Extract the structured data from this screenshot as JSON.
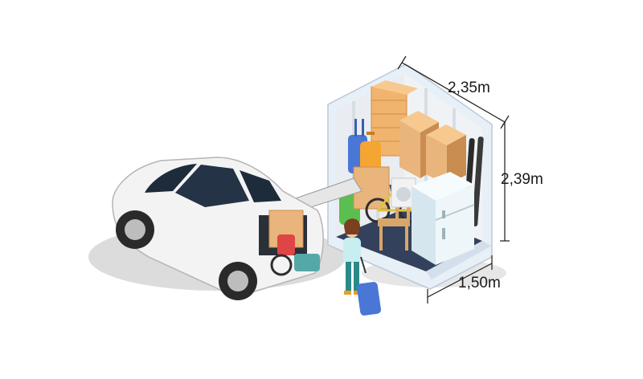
{
  "dimensions": {
    "width_label": "2,35m",
    "height_label": "2,39m",
    "depth_label": "1,50m"
  },
  "colors": {
    "unit_frame": "#e8f0f7",
    "unit_floor": "#33415c",
    "unit_back": "#f4f4f4",
    "car_body": "#f3f3f3",
    "car_glass": "#1e2b3b",
    "box": "#e9b57c",
    "box_shade": "#c98d51",
    "suitcase_blue": "#4a77d6",
    "suitcase_orange": "#f5a531",
    "suitcase_green": "#5bbf4f",
    "suitcase_red": "#e04545",
    "fridge": "#eef6fa",
    "person_shirt": "#c8eef0",
    "person_pants": "#2a8a8a",
    "dimension_line": "#1a1a1a"
  }
}
